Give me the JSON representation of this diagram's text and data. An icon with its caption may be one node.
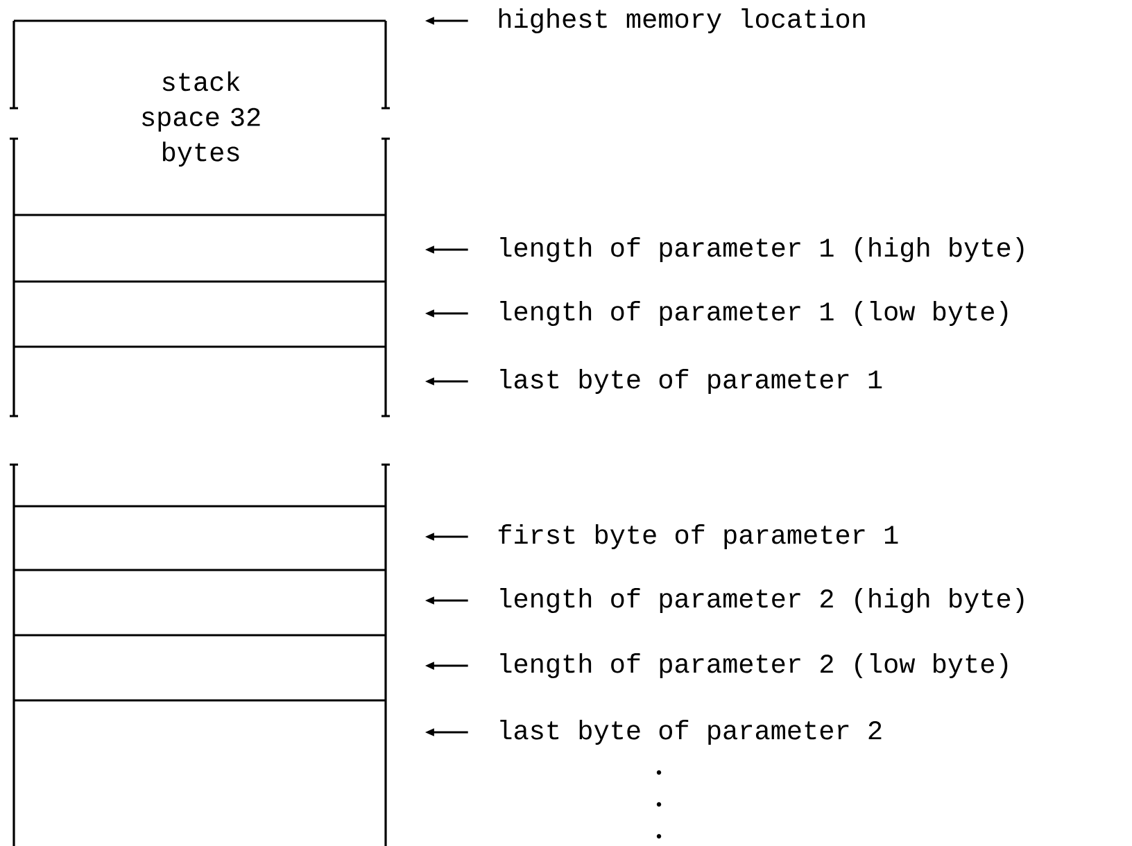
{
  "diagram": {
    "nodes": [
      {
        "text": [
          "stack space 32 bytes"
        ]
      },
      {
        "text": [],
        "shape": "box"
      },
      {
        "text": [],
        "shape": "box"
      },
      {
        "text": [],
        "shape": "box"
      },
      {
        "text": [],
        "shape": "box"
      },
      {
        "text": [],
        "shape": "box"
      },
      {
        "text": [],
        "shape": "box"
      },
      {
        "text": [],
        "shape": "box"
      },
      {
        "text": [],
        "shape": "box"
      },
      {
        "text": [
          "highest memory location"
        ]
      },
      {
        "text": [
          "length of parameter 1 (high byte)"
        ]
      },
      {
        "text": [
          "length of parameter 1 (low byte)"
        ]
      },
      {
        "text": [
          "last byte of parameter 1"
        ]
      },
      {
        "text": [
          "first byte of parameter 1"
        ]
      },
      {
        "text": [
          "length of parameter 2 (high byte)"
        ]
      },
      {
        "text": [
          "length of parameter 2 (low byte)"
        ]
      },
      {
        "text": [
          "last byte of parameter 2"
        ]
      }
    ],
    "edges": [
      {
        "from": 9,
        "to": 0,
        "arrow": "to"
      },
      {
        "from": 10,
        "to": 1,
        "arrow": "to"
      },
      {
        "from": 11,
        "to": 2,
        "arrow": "to"
      },
      {
        "from": 12,
        "to": 3,
        "arrow": "to"
      },
      {
        "from": 13,
        "to": 5,
        "arrow": "to"
      },
      {
        "from": 14,
        "to": 6,
        "arrow": "to"
      },
      {
        "from": 15,
        "to": 7,
        "arrow": "to"
      },
      {
        "from": 16,
        "to": 8,
        "arrow": "to"
      }
    ]
  }
}
